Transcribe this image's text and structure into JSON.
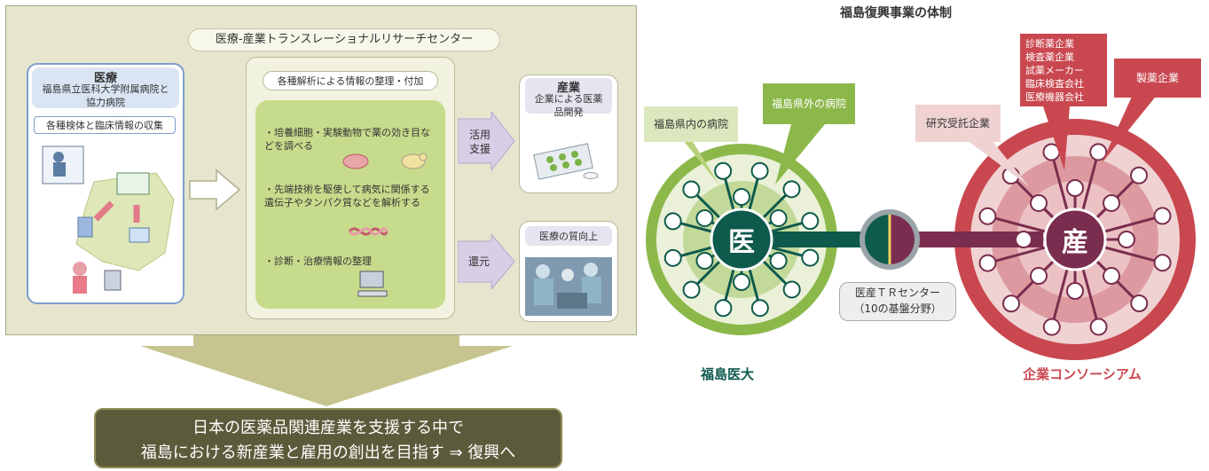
{
  "left": {
    "center_title": "医療-産業トランスレーショナルリサーチセンター",
    "medical": {
      "heading": "医療",
      "sub": "福島県立医科大学附属病院と協力病院",
      "collect": "各種検体と臨床情報の収集"
    },
    "analysis": {
      "header": "各種解析による情報の整理・付加",
      "item1": "・培養細胞・実験動物で薬の効き目などを調べる",
      "item2": "・先端技術を駆使して病気に関係する遺伝子やタンパク質などを解析する",
      "item3": "・診断・治療情報の整理"
    },
    "arrow_apply": "活用支援",
    "arrow_return": "還元",
    "industry": {
      "heading": "産業",
      "sub": "企業による医薬品開発"
    },
    "quality": "医療の質向上",
    "banner_line1": "日本の医薬品関連産業を支援する中で",
    "banner_line2": "福島における新産業と雇用の創出を目指す ⇒ 復興へ"
  },
  "right": {
    "title": "福島復興事業の体制",
    "hosp_in": "福島県内の病院",
    "hosp_out": "福島県外の病院",
    "research_co": "研究受託企業",
    "company_list": [
      "診断薬企業",
      "検査薬企業",
      "試薬メーカー",
      "臨床検査会社",
      "医療機器会社"
    ],
    "pharma": "製薬企業",
    "medical_hub": "医",
    "industry_hub": "産",
    "tr_center_line1": "医産ＴＲセンター",
    "tr_center_line2": "（10の基盤分野）",
    "univ_label": "福島医大",
    "consortium_label": "企業コンソーシアム"
  },
  "colors": {
    "panel_bg": "#e6e6cf",
    "green_dark": "#0e5a4c",
    "green_ring": "#8cb84a",
    "red_ring": "#c9474f",
    "maroon": "#7a2d4e",
    "banner": "#5b5a3a"
  }
}
